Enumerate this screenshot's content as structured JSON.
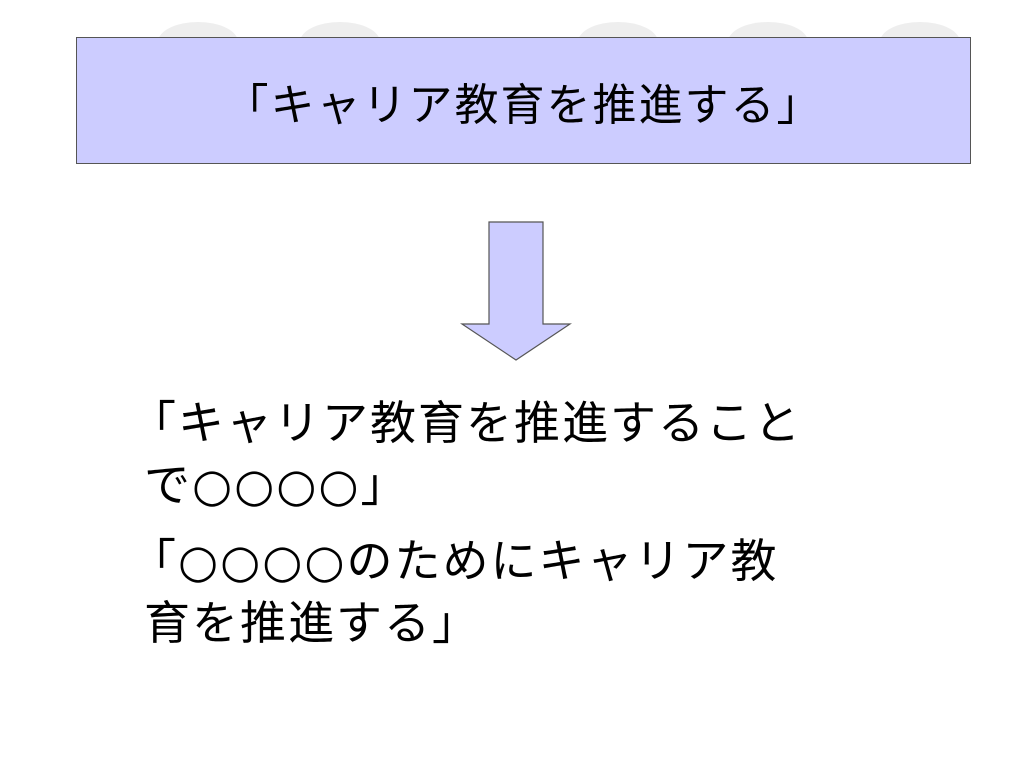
{
  "slide": {
    "title": "「キャリア教育を推進する」",
    "bullets": [
      {
        "line1": "「キャリア教育を推進すること",
        "line2": "で○○○○」"
      },
      {
        "line1": "「○○○○のためにキャリア教",
        "line2": "育を推進する」"
      }
    ]
  },
  "colors": {
    "title_fill": "#ccccff",
    "arrow_fill": "#ccccff",
    "border": "#555555"
  },
  "icons": {
    "arrow": "down-arrow-icon"
  }
}
